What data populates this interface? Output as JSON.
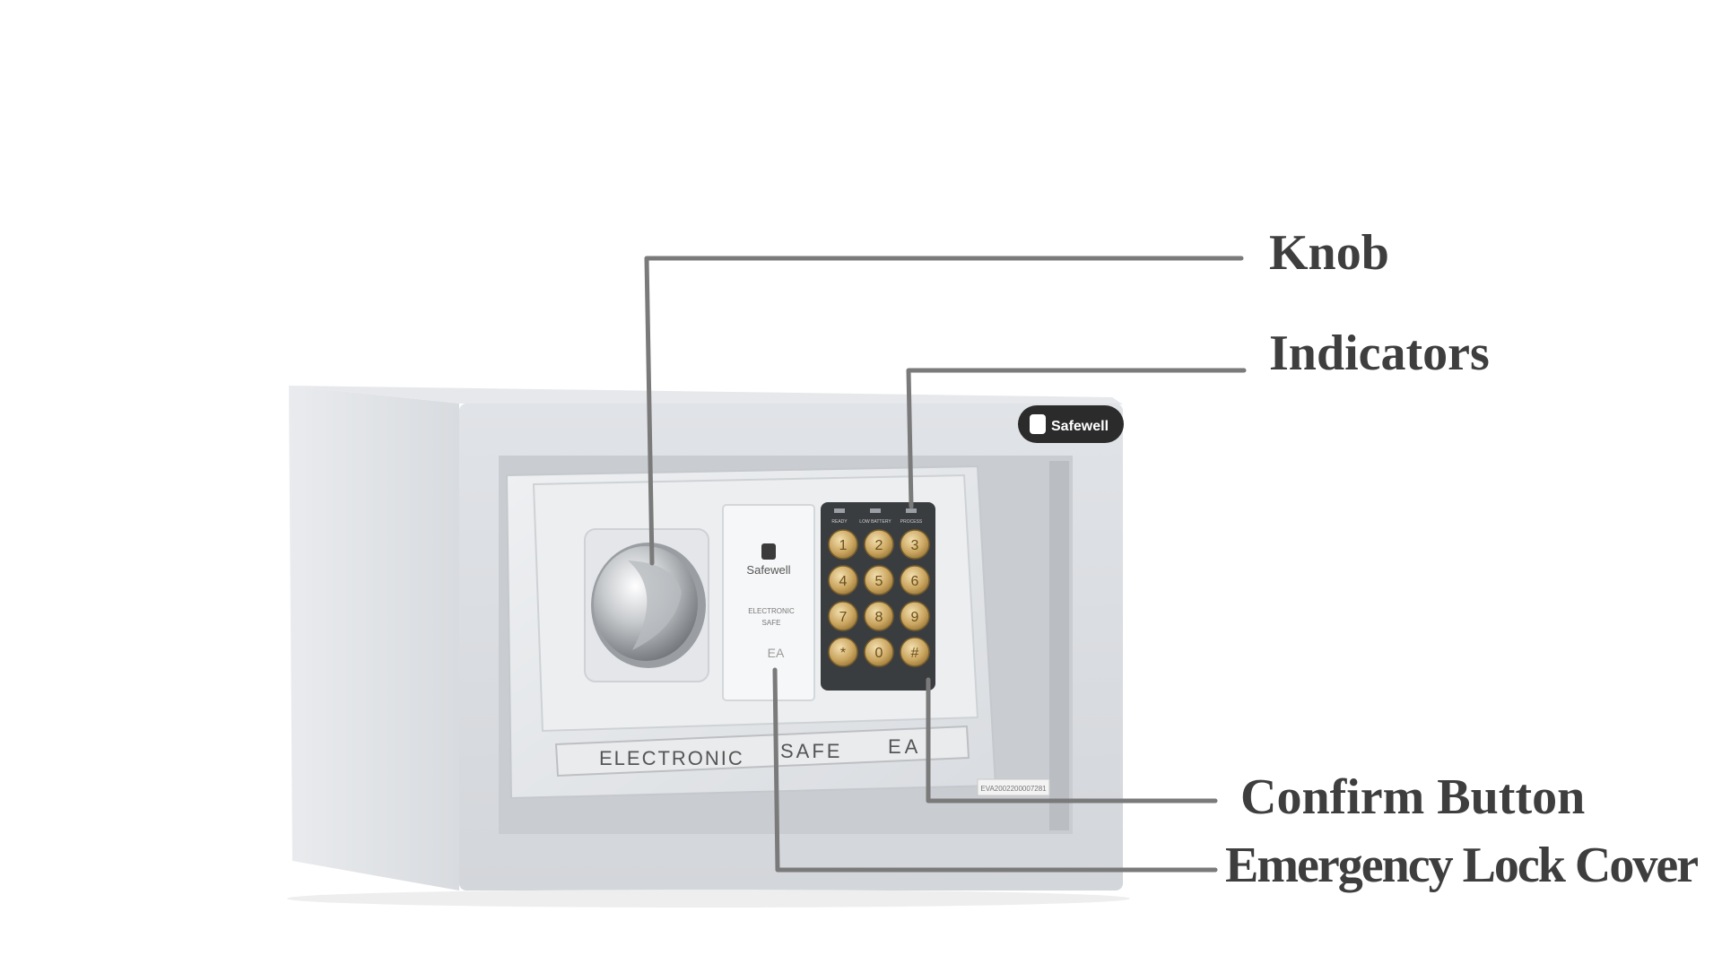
{
  "callouts": {
    "knob": "Knob",
    "indicators": "Indicators",
    "confirm_button": "Confirm Button",
    "emergency_lock_cover": "Emergency Lock Cover"
  },
  "safe": {
    "brand_badge": "Safewell",
    "panel_brand": "Safewell",
    "panel_text_line1": "ELECTRONIC",
    "panel_text_line2": "SAFE",
    "panel_model": "EA",
    "plate_word1": "ELECTRONIC",
    "plate_word2": "SAFE",
    "plate_word3": "EA",
    "serial_sticker": "EVA2002200007281",
    "indicator_labels": [
      "READY",
      "LOW BATTERY",
      "PROCESS"
    ],
    "keypad_keys": [
      "1",
      "2",
      "3",
      "4",
      "5",
      "6",
      "7",
      "8",
      "9",
      "*",
      "0",
      "#"
    ]
  },
  "colors": {
    "callout_line": "#7a7a7a",
    "callout_text": "#3e3e3e",
    "safe_body": "#dcdfe3",
    "key_gold": "#c9a45e"
  },
  "icons": {
    "brand": "safewell-logo-icon"
  }
}
